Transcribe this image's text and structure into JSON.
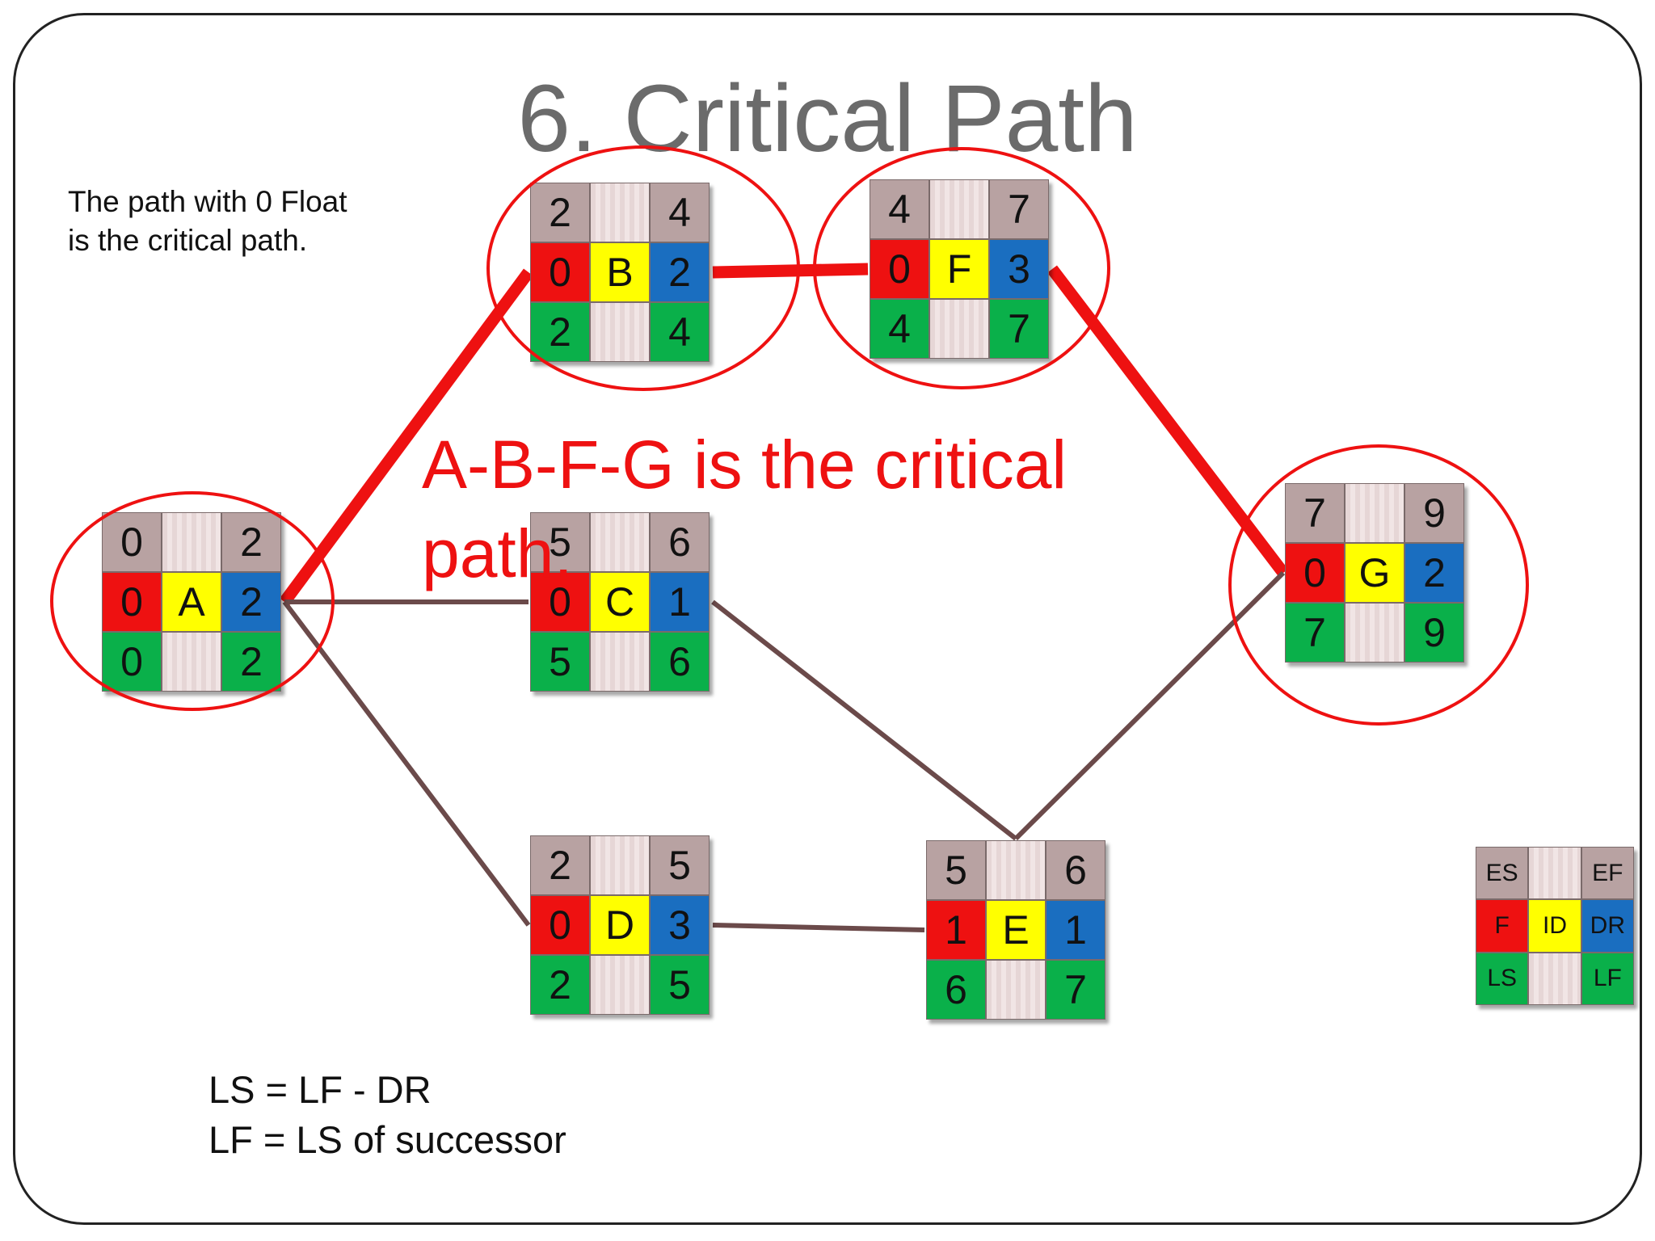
{
  "title": "6. Critical Path",
  "note": "The path with 0 Float\nis the critical path.",
  "critical_text": "A-B-F-G is the critical path.",
  "formulas": [
    "LS = LF - DR",
    "LF = LS of successor"
  ],
  "colors": {
    "es_ef": "#b8a2a2",
    "float": "#ee1111",
    "id": "#ffff00",
    "duration": "#1a6ec0",
    "ls_lf": "#0ab04a",
    "critical": "#ee1111",
    "noncritical_edge": "#6b4a4a"
  },
  "nodes": [
    {
      "id": "A",
      "es": "0",
      "ef": "2",
      "f": "0",
      "dr": "2",
      "ls": "0",
      "lf": "2",
      "critical": true
    },
    {
      "id": "B",
      "es": "2",
      "ef": "4",
      "f": "0",
      "dr": "2",
      "ls": "2",
      "lf": "4",
      "critical": true
    },
    {
      "id": "F",
      "es": "4",
      "ef": "7",
      "f": "0",
      "dr": "3",
      "ls": "4",
      "lf": "7",
      "critical": true
    },
    {
      "id": "C",
      "es": "5",
      "ef": "6",
      "f": "0",
      "dr": "1",
      "ls": "5",
      "lf": "6",
      "critical": false
    },
    {
      "id": "G",
      "es": "7",
      "ef": "9",
      "f": "0",
      "dr": "2",
      "ls": "7",
      "lf": "9",
      "critical": true
    },
    {
      "id": "D",
      "es": "2",
      "ef": "5",
      "f": "0",
      "dr": "3",
      "ls": "2",
      "lf": "5",
      "critical": false
    },
    {
      "id": "E",
      "es": "5",
      "ef": "6",
      "f": "1",
      "dr": "1",
      "ls": "6",
      "lf": "7",
      "critical": false
    }
  ],
  "legend": {
    "es": "ES",
    "ef": "EF",
    "f": "F",
    "id": "ID",
    "dr": "DR",
    "ls": "LS",
    "lf": "LF"
  },
  "edges": [
    {
      "from": "A",
      "to": "B",
      "critical": true
    },
    {
      "from": "B",
      "to": "F",
      "critical": true
    },
    {
      "from": "F",
      "to": "G",
      "critical": true
    },
    {
      "from": "A",
      "to": "C",
      "critical": false
    },
    {
      "from": "A",
      "to": "D",
      "critical": false
    },
    {
      "from": "C",
      "to": "E",
      "critical": false
    },
    {
      "from": "D",
      "to": "E",
      "critical": false
    },
    {
      "from": "E",
      "to": "G",
      "critical": false
    }
  ]
}
